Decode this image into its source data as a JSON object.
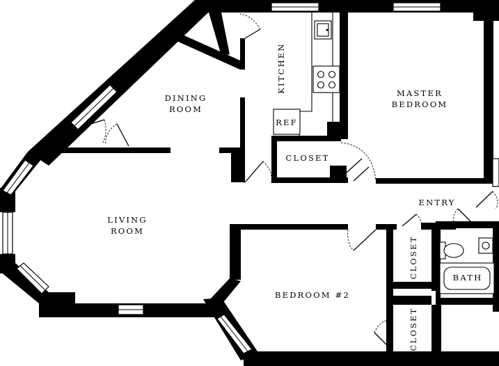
{
  "rooms": {
    "dining": [
      "DINING",
      "ROOM"
    ],
    "kitchen": "KITCHEN",
    "master": [
      "MASTER",
      "BEDROOM"
    ],
    "ref": "REF",
    "closet_hall": "CLOSET",
    "living": [
      "LIVING",
      "ROOM"
    ],
    "entry": "ENTRY",
    "closet_upper": "CLOSET",
    "bath": "BATH",
    "bedroom2": "BEDROOM #2",
    "closet_lower": "CLOSET"
  },
  "colors": {
    "wall": "#000000",
    "background": "#ffffff"
  }
}
